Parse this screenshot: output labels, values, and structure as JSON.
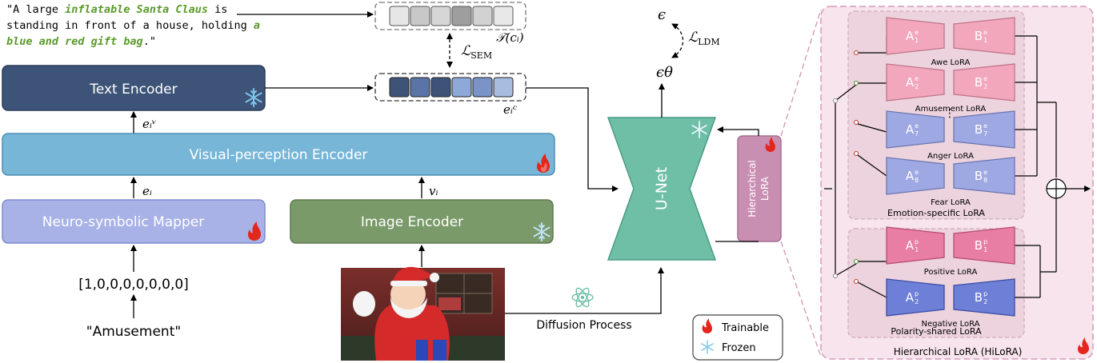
{
  "prompt": {
    "l1a": "\"A large ",
    "l1b": "inflatable Santa Claus",
    "l1c": " is",
    "l2a": "standing in front of a house, holding ",
    "l2b": "a",
    "l3a": "blue and red gift bag",
    "l3b": ".\""
  },
  "text_encoder": {
    "label": "Text Encoder"
  },
  "visual_encoder": {
    "label": "Visual-perception Encoder"
  },
  "mapper": {
    "label": "Neuro-symbolic Mapper"
  },
  "image_encoder": {
    "label": "Image Encoder"
  },
  "emotion_vector": "[1,0,0,0,0,0,0,0]",
  "emotion_word": "\"Amusement\"",
  "diffusion_label": "Diffusion Process",
  "unet_label": "U-Net",
  "hier_lora_label_1": "Hierarchical",
  "hier_lora_label_2": "LoRA",
  "math": {
    "t_ci": "𝒯(cᵢ)",
    "l_sem": "ℒ",
    "l_sem_sub": "SEM",
    "l_ldm": "ℒ",
    "l_ldm_sub": "LDM",
    "eps": "ϵ",
    "eps_theta": "ϵθ",
    "e_i_c": "eᵢᶜ",
    "e_i_v": "eᵢᵛ",
    "e_i": "eᵢ",
    "v_i": "vᵢ"
  },
  "hilora": {
    "title": "Hierarchical LoRA (HiLoRA)",
    "emotion_group_label": "Emotion-specific LoRA",
    "polarity_group_label": "Polarity-shared LoRA",
    "emotion_loras": [
      {
        "a": "A",
        "b": "B",
        "a_sup": "e",
        "a_sub": "1",
        "b_sup": "e",
        "b_sub": "1",
        "name": "Awe LoRA",
        "color": "#f2a7bd"
      },
      {
        "a": "A",
        "b": "B",
        "a_sup": "e",
        "a_sub": "2",
        "b_sup": "e",
        "b_sub": "2",
        "name": "Amusement LoRA",
        "color": "#f2a7bd"
      },
      {
        "a": "A",
        "b": "B",
        "a_sup": "e",
        "a_sub": "7",
        "b_sup": "e",
        "b_sub": "7",
        "name": "Anger LoRA",
        "color": "#9ea9e4"
      },
      {
        "a": "A",
        "b": "B",
        "a_sup": "e",
        "a_sub": "8",
        "b_sup": "e",
        "b_sub": "8",
        "name": "Fear LoRA",
        "color": "#9ea9e4"
      }
    ],
    "polarity_loras": [
      {
        "a": "A",
        "b": "B",
        "a_sup": "p",
        "a_sub": "1",
        "b_sup": "p",
        "b_sub": "1",
        "name": "Positive LoRA",
        "color": "#e97ea4"
      },
      {
        "a": "A",
        "b": "B",
        "a_sup": "p",
        "a_sub": "2",
        "b_sup": "p",
        "b_sub": "2",
        "name": "Negative LoRA",
        "color": "#6d7fd6"
      }
    ],
    "dots": "⋮",
    "sum": "⊕"
  },
  "legend": {
    "trainable": "Trainable",
    "frozen": "Frozen"
  },
  "colors": {
    "text_encoder": "#3d5478",
    "visual_encoder": "#78b6d8",
    "mapper": "#a8b2e6",
    "image_encoder": "#7a9a6a",
    "unet": "#6fbfa6",
    "hier_lora": "#c98fb3",
    "hilora_bg": "#f7e4ec",
    "green_text": "#5a9a2a"
  }
}
